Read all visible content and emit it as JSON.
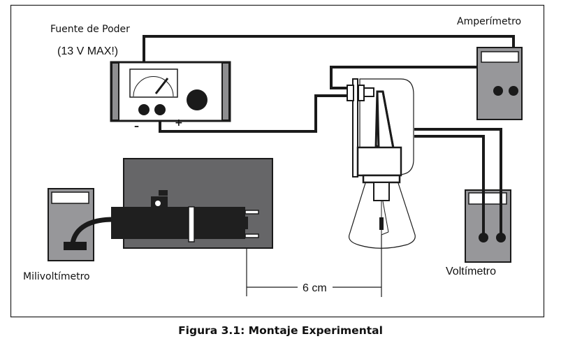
{
  "figure": {
    "caption": "Figura 3.1: Montaje Experimental"
  },
  "labels": {
    "power_supply": "Fuente de Poder",
    "power_supply_limit": "(13 V MAX!)",
    "ammeter": "Amperímetro",
    "voltmeter": "Voltímetro",
    "millivoltmeter": "Milivoltímetro",
    "distance": "6 cm",
    "minus": "–",
    "plus": "+"
  },
  "colors": {
    "line": "#1a1a1a",
    "meter_body": "#97979a",
    "bench": "#666668",
    "frame": "#222222"
  }
}
